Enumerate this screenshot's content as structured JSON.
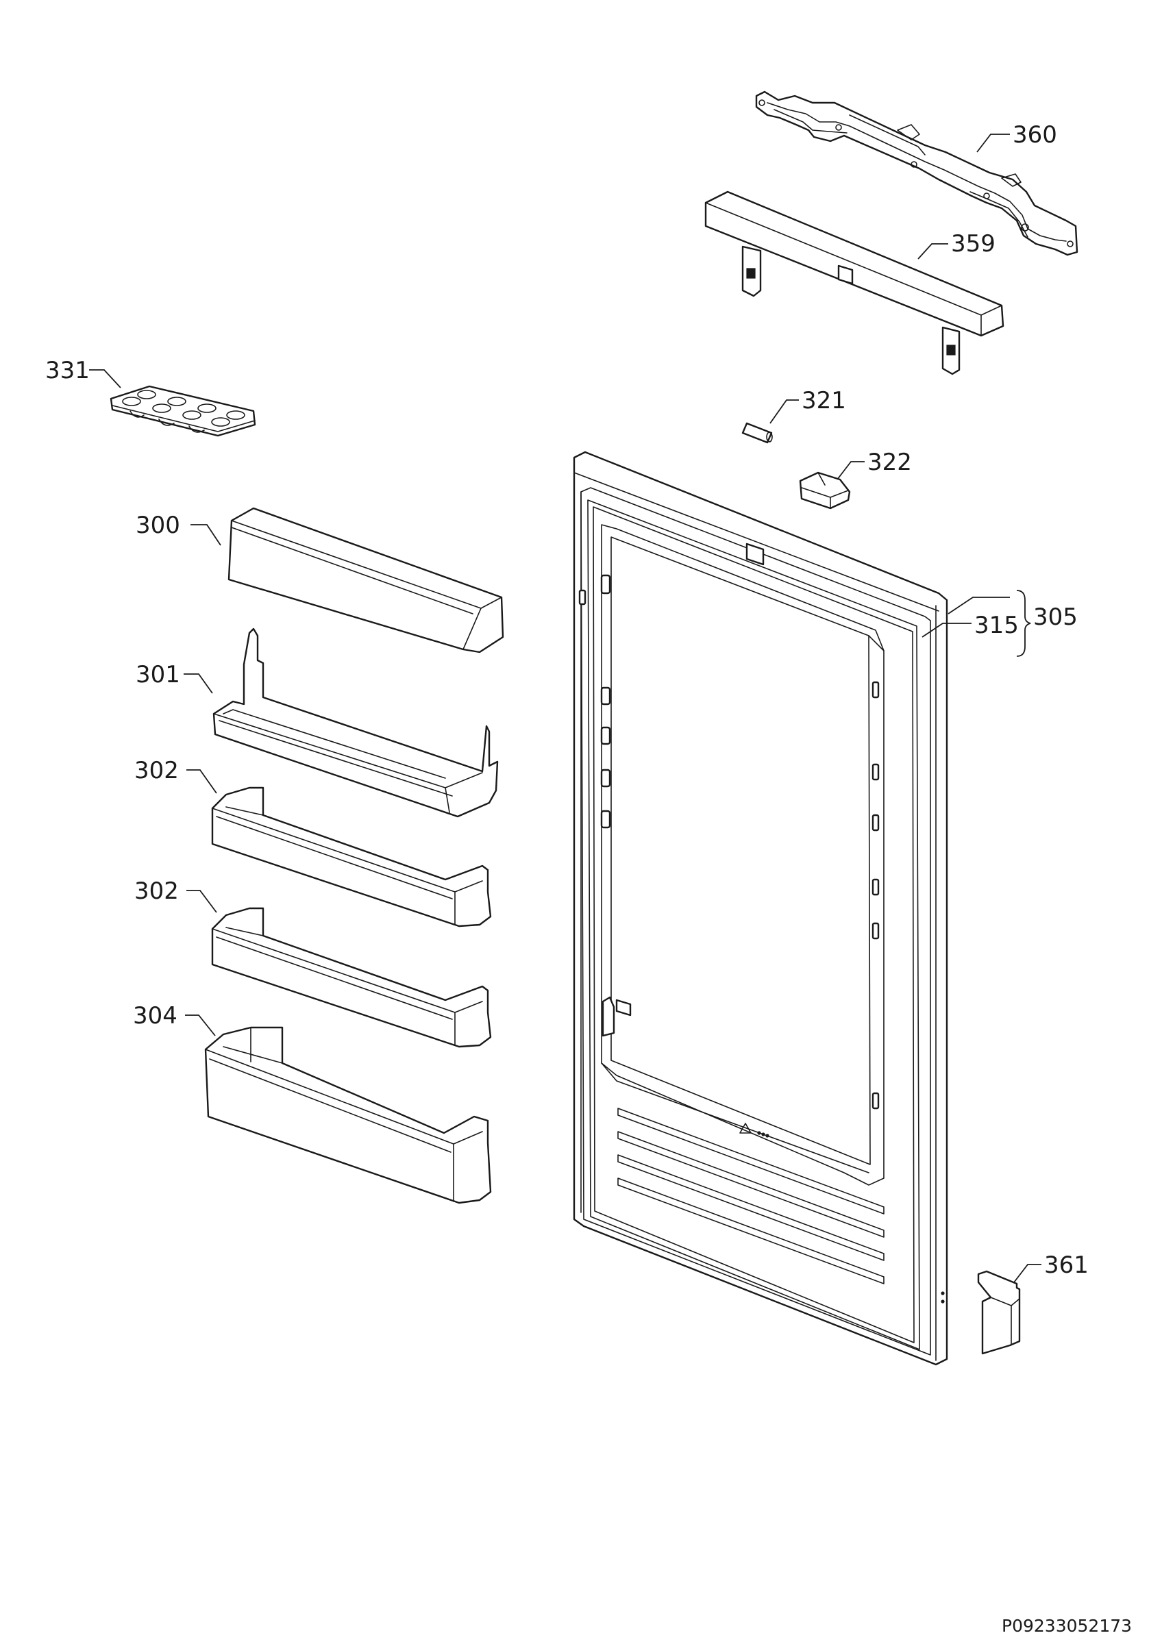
{
  "callouts": [
    {
      "id": "360",
      "label": "360"
    },
    {
      "id": "359",
      "label": "359"
    },
    {
      "id": "331",
      "label": "331"
    },
    {
      "id": "321",
      "label": "321"
    },
    {
      "id": "322",
      "label": "322"
    },
    {
      "id": "300",
      "label": "300"
    },
    {
      "id": "305",
      "label": "305"
    },
    {
      "id": "315",
      "label": "315"
    },
    {
      "id": "301",
      "label": "301"
    },
    {
      "id": "302a",
      "label": "302"
    },
    {
      "id": "302b",
      "label": "302"
    },
    {
      "id": "304",
      "label": "304"
    },
    {
      "id": "361",
      "label": "361"
    }
  ],
  "footer": {
    "code": "P09233052173"
  }
}
